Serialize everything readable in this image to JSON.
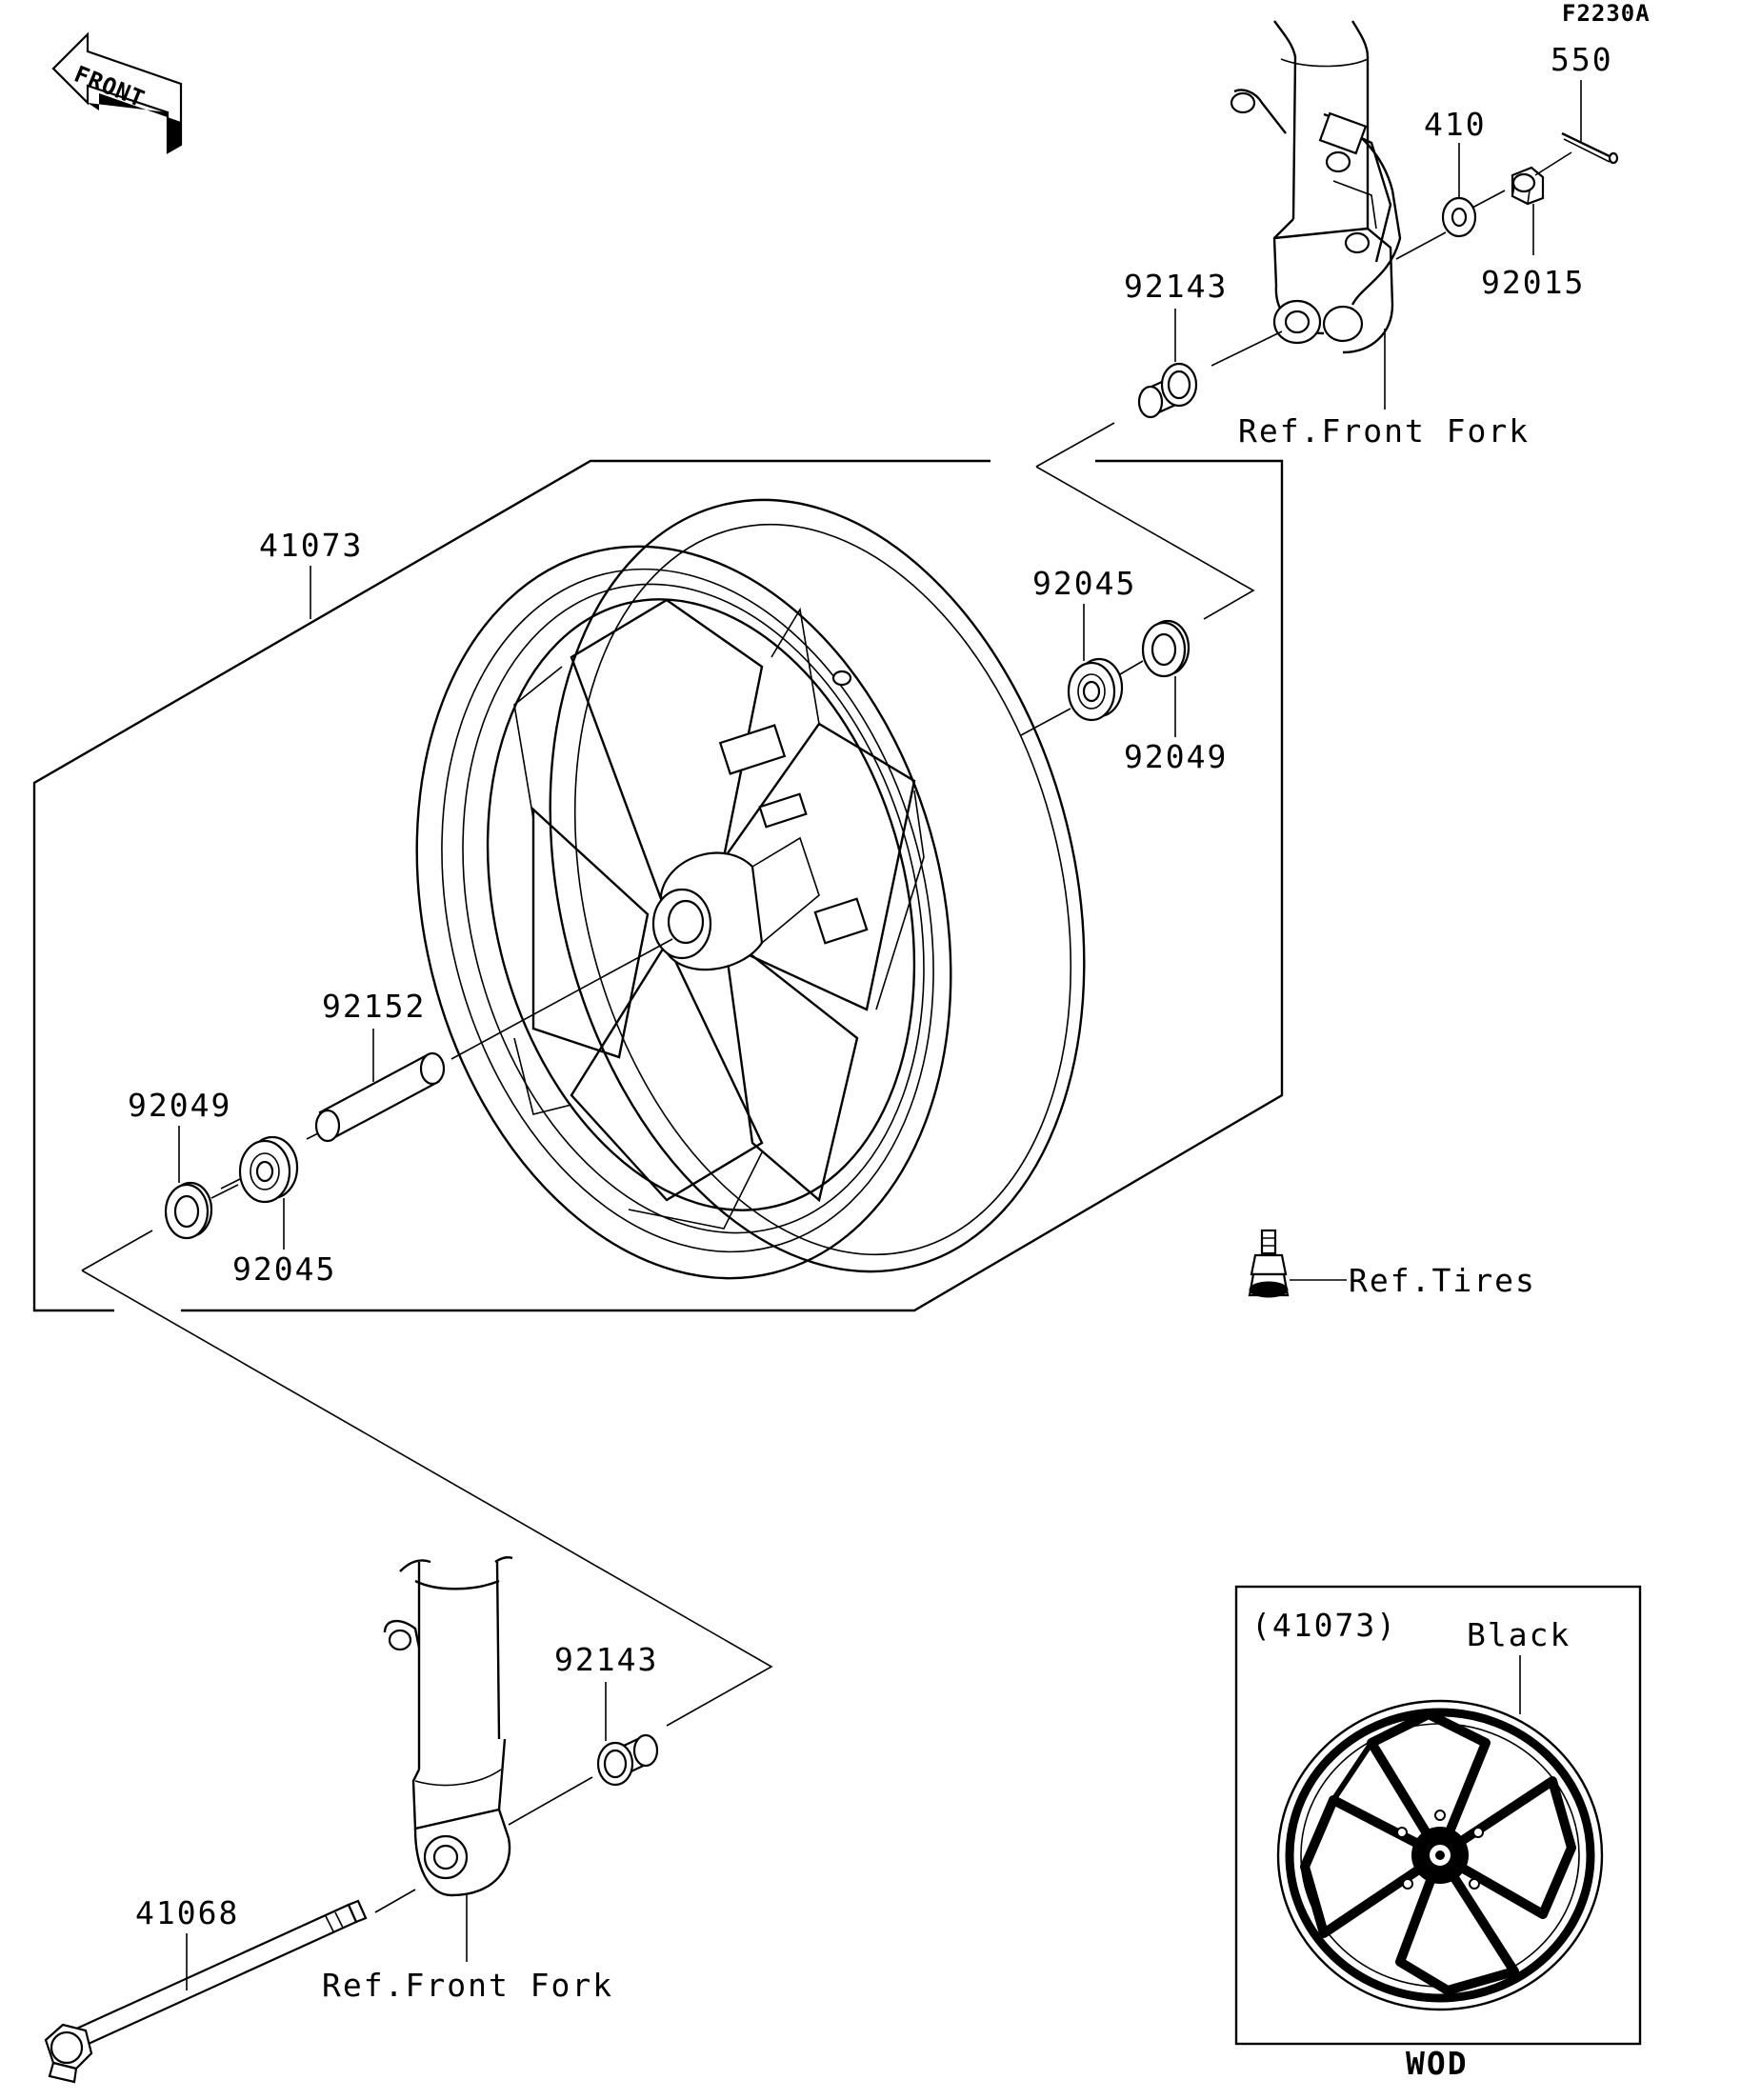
{
  "figure_code": "F2230A",
  "front_label": "FRONT",
  "parts": {
    "p41073": "41073",
    "p92143_top": "92143",
    "p410": "410",
    "p550": "550",
    "p92015": "92015",
    "p92045_right": "92045",
    "p92049_right": "92049",
    "p92152": "92152",
    "p92049_left": "92049",
    "p92045_left": "92045",
    "p92143_bottom": "92143",
    "p41068": "41068"
  },
  "refs": {
    "front_fork_top": "Ref.Front Fork",
    "tires": "Ref.Tires",
    "front_fork_bottom": "Ref.Front Fork"
  },
  "inset": {
    "part_ref": "(41073)",
    "color": "Black",
    "code": "WOD"
  }
}
